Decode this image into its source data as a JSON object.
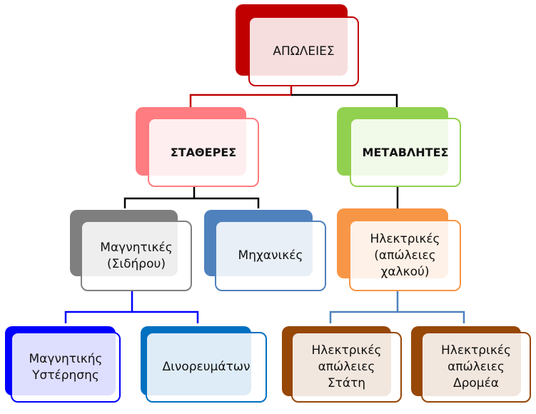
{
  "nodes": {
    "root": {
      "label": "ΑΠΩΛΕΙΕΣ",
      "color": "#c00000"
    },
    "fixed": {
      "label": "ΣΤΑΘΕΡΕΣ",
      "color": "#ff7c80"
    },
    "variable": {
      "label": "ΜΕΤΑΒΛΗΤΕΣ",
      "color": "#92d050"
    },
    "magnetic": {
      "label": "Μαγνητικές\n(Σιδήρου)",
      "color": "#7f7f7f"
    },
    "mechanical": {
      "label": "Μηχανικές",
      "color": "#4f81bd"
    },
    "electrical": {
      "label": "Ηλεκτρικές\n(απώλειες\nχαλκού)",
      "color": "#f79646"
    },
    "hysteresis": {
      "label": "Μαγνητικής\nΥστέρησης",
      "color": "#0000ff"
    },
    "eddy": {
      "label": "Δινορευμάτων",
      "color": "#0070c0"
    },
    "stator": {
      "label": "Ηλεκτρικές\nαπώλειες\nΣτάτη",
      "color": "#974706"
    },
    "rotor": {
      "label": "Ηλεκτρικές\nαπώλειες\nΔρομέα",
      "color": "#974706"
    }
  }
}
